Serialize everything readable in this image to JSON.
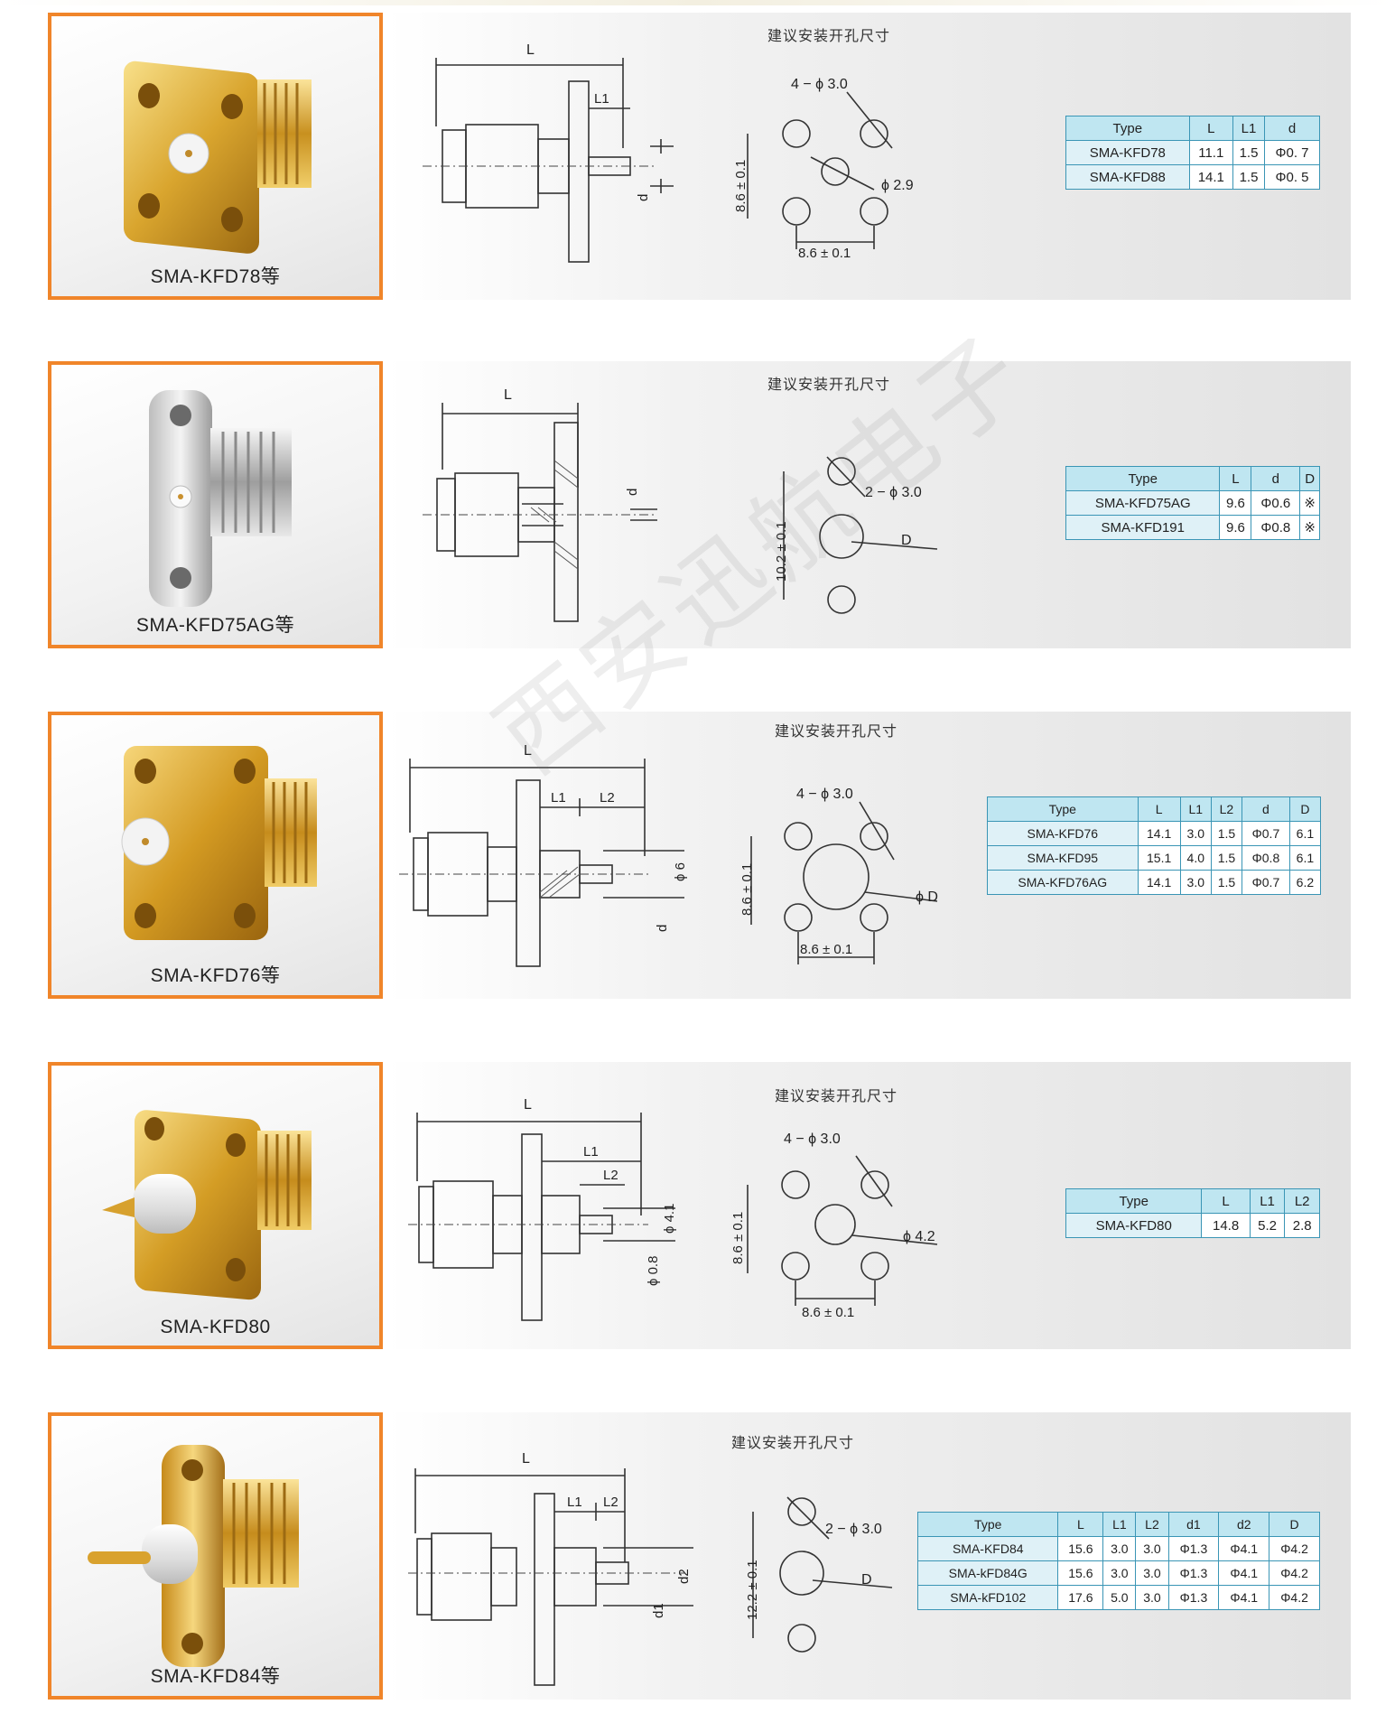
{
  "hint_text": "建议安装开孔尺寸",
  "watermark": "西安迅航电子",
  "products": [
    {
      "caption": "SMA-KFD78等",
      "drawing_labels": [
        "L",
        "L1",
        "d"
      ],
      "hole_labels": {
        "holes": "4 − ϕ 3.0",
        "center": "ϕ 2.9",
        "vertical": "8.6 ± 0.1",
        "horizontal": "8.6 ± 0.1"
      },
      "table": {
        "headers": [
          "Type",
          "L",
          "L1",
          "d"
        ],
        "rows": [
          [
            "SMA-KFD78",
            "11.1",
            "1.5",
            "Φ0. 7"
          ],
          [
            "SMA-KFD88",
            "14.1",
            "1.5",
            "Φ0. 5"
          ]
        ]
      }
    },
    {
      "caption": "SMA-KFD75AG等",
      "drawing_labels": [
        "L",
        "d"
      ],
      "hole_labels": {
        "holes": "2 − ϕ 3.0",
        "center": "D",
        "vertical": "10.2 ± 0.1"
      },
      "table": {
        "headers": [
          "Type",
          "L",
          "d",
          "D"
        ],
        "rows": [
          [
            "SMA-KFD75AG",
            "9.6",
            "Φ0.6",
            "※"
          ],
          [
            "SMA-KFD191",
            "9.6",
            "Φ0.8",
            "※"
          ]
        ]
      }
    },
    {
      "caption": "SMA-KFD76等",
      "drawing_labels": [
        "L",
        "L1",
        "L2",
        "ϕ 6",
        "d"
      ],
      "hole_labels": {
        "holes": "4 − ϕ 3.0",
        "center": "ϕ D",
        "vertical": "8.6 ± 0.1",
        "horizontal": "8.6 ± 0.1"
      },
      "table": {
        "headers": [
          "Type",
          "L",
          "L1",
          "L2",
          "d",
          "D"
        ],
        "rows": [
          [
            "SMA-KFD76",
            "14.1",
            "3.0",
            "1.5",
            "Φ0.7",
            "6.1"
          ],
          [
            "SMA-KFD95",
            "15.1",
            "4.0",
            "1.5",
            "Φ0.8",
            "6.1"
          ],
          [
            "SMA-KFD76AG",
            "14.1",
            "3.0",
            "1.5",
            "Φ0.7",
            "6.2"
          ]
        ]
      }
    },
    {
      "caption": "SMA-KFD80",
      "drawing_labels": [
        "L",
        "L1",
        "L2",
        "ϕ 4.1",
        "ϕ 0.8"
      ],
      "hole_labels": {
        "holes": "4 − ϕ 3.0",
        "center": "ϕ 4.2",
        "vertical": "8.6 ± 0.1",
        "horizontal": "8.6 ± 0.1"
      },
      "table": {
        "headers": [
          "Type",
          "L",
          "L1",
          "L2"
        ],
        "rows": [
          [
            "SMA-KFD80",
            "14.8",
            "5.2",
            "2.8"
          ]
        ]
      }
    },
    {
      "caption": "SMA-KFD84等",
      "drawing_labels": [
        "L",
        "L1",
        "L2",
        "d2",
        "d1"
      ],
      "hole_labels": {
        "holes": "2 − ϕ 3.0",
        "center": "D",
        "vertical": "12.2 ± 0.1"
      },
      "table": {
        "headers": [
          "Type",
          "L",
          "L1",
          "L2",
          "d1",
          "d2",
          "D"
        ],
        "rows": [
          [
            "SMA-KFD84",
            "15.6",
            "3.0",
            "3.0",
            "Φ1.3",
            "Φ4.1",
            "Φ4.2"
          ],
          [
            "SMA-kFD84G",
            "15.6",
            "3.0",
            "3.0",
            "Φ1.3",
            "Φ4.1",
            "Φ4.2"
          ],
          [
            "SMA-kFD102",
            "17.6",
            "5.0",
            "3.0",
            "Φ1.3",
            "Φ4.1",
            "Φ4.2"
          ]
        ]
      }
    }
  ]
}
